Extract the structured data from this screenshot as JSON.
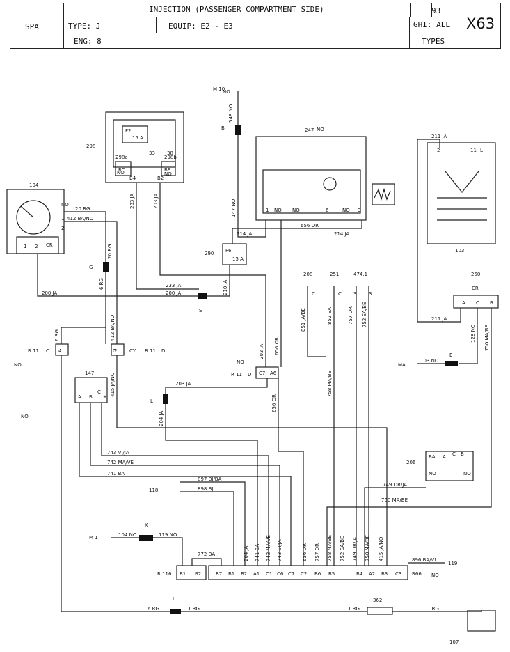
{
  "header": {
    "title": "INJECTION (PASSENGER COMPARTMENT SIDE)",
    "page_number": "93",
    "code": "X63",
    "spa": "SPA",
    "type": "TYPE: J",
    "equip": "EQUIP: E2 - E3",
    "ghi": "GHI: ALL",
    "eng": "ENG: 8",
    "types": "TYPES"
  },
  "components": {
    "c298": "298",
    "c104": "104",
    "c247": "247",
    "c103": "103",
    "c250": "250",
    "c290": "290",
    "c208": "208",
    "c251": "251",
    "c474": "474.1",
    "c147": "147",
    "c206": "206",
    "c118": "118",
    "c119": "119",
    "c362": "362",
    "c107": "107",
    "r116": "R 116",
    "r66": "R66",
    "r11a": "R 11",
    "r11b": "R 11",
    "r11c": "R 11",
    "m10": "M 10",
    "m1": "M 1",
    "ma": "MA"
  },
  "ground_markers": {
    "B": "B",
    "G": "G",
    "S": "S",
    "E": "E",
    "L": "L",
    "K": "K",
    "I": "I"
  },
  "wires": [
    "548 NO",
    "20 RG",
    "412 BA/NO",
    "20 RG",
    "233 JA",
    "203 JA",
    "147 NO",
    "214 JA",
    "656 OR",
    "214 JA",
    "211 JA",
    "6 RG",
    "200 JA",
    "233 JA",
    "200 JA",
    "210 JA",
    "851 JA/BE",
    "852 SA",
    "757 OR",
    "752 SA/BE",
    "128 NO",
    "750 MA/BE",
    "412 BA/NO",
    "6 RG",
    "203 JA",
    "656 OR",
    "415 JA/NO",
    "103 NO",
    "203 JA",
    "656 OR",
    "758 MA/BE",
    "204 JA",
    "211 JA",
    "743 VI/JA",
    "742 MA/VE",
    "741 BA",
    "897 BJ/BA",
    "898 BJ",
    "749 OR/JA",
    "750 MA/BE",
    "104 NO",
    "119 NO",
    "772 BA",
    "204 JA",
    "741 BA",
    "742 MA/VE",
    "743 VI/JA",
    "656 OR",
    "757 OR",
    "758 MA/BE",
    "752 SA/BE",
    "749 OR/JA",
    "750 MA/BE",
    "415 JA/NO",
    "896 BA/VI",
    "6 RG",
    "1 RG",
    "1 RG",
    "1 RG"
  ],
  "pins": [
    "B1",
    "B2",
    "B7",
    "B1",
    "B2",
    "A1",
    "C1",
    "C6",
    "C7",
    "C2",
    "B6",
    "B5",
    "B4",
    "A2",
    "B3",
    "C3",
    "C",
    "C",
    "3",
    "3",
    "A",
    "C",
    "B",
    "A",
    "B",
    "C",
    "+",
    "A",
    "C",
    "B",
    "1",
    "2",
    "1",
    "2",
    "4",
    "2",
    "6",
    "3",
    "1",
    "2",
    "33",
    "38",
    "298a",
    "298b",
    "RC",
    "BE",
    "B4",
    "B2",
    "F2",
    "15 A",
    "F6",
    "15 A",
    "11",
    "L",
    "D",
    "C",
    "C7",
    "A6",
    "C",
    "D"
  ],
  "tags": [
    "NO",
    "NO",
    "CR",
    "NO",
    "NO",
    "NO",
    "NO",
    "NO",
    "CR",
    "NO",
    "NO",
    "NO",
    "NO",
    "NO",
    "BA",
    "NO",
    "NO",
    "CY"
  ]
}
